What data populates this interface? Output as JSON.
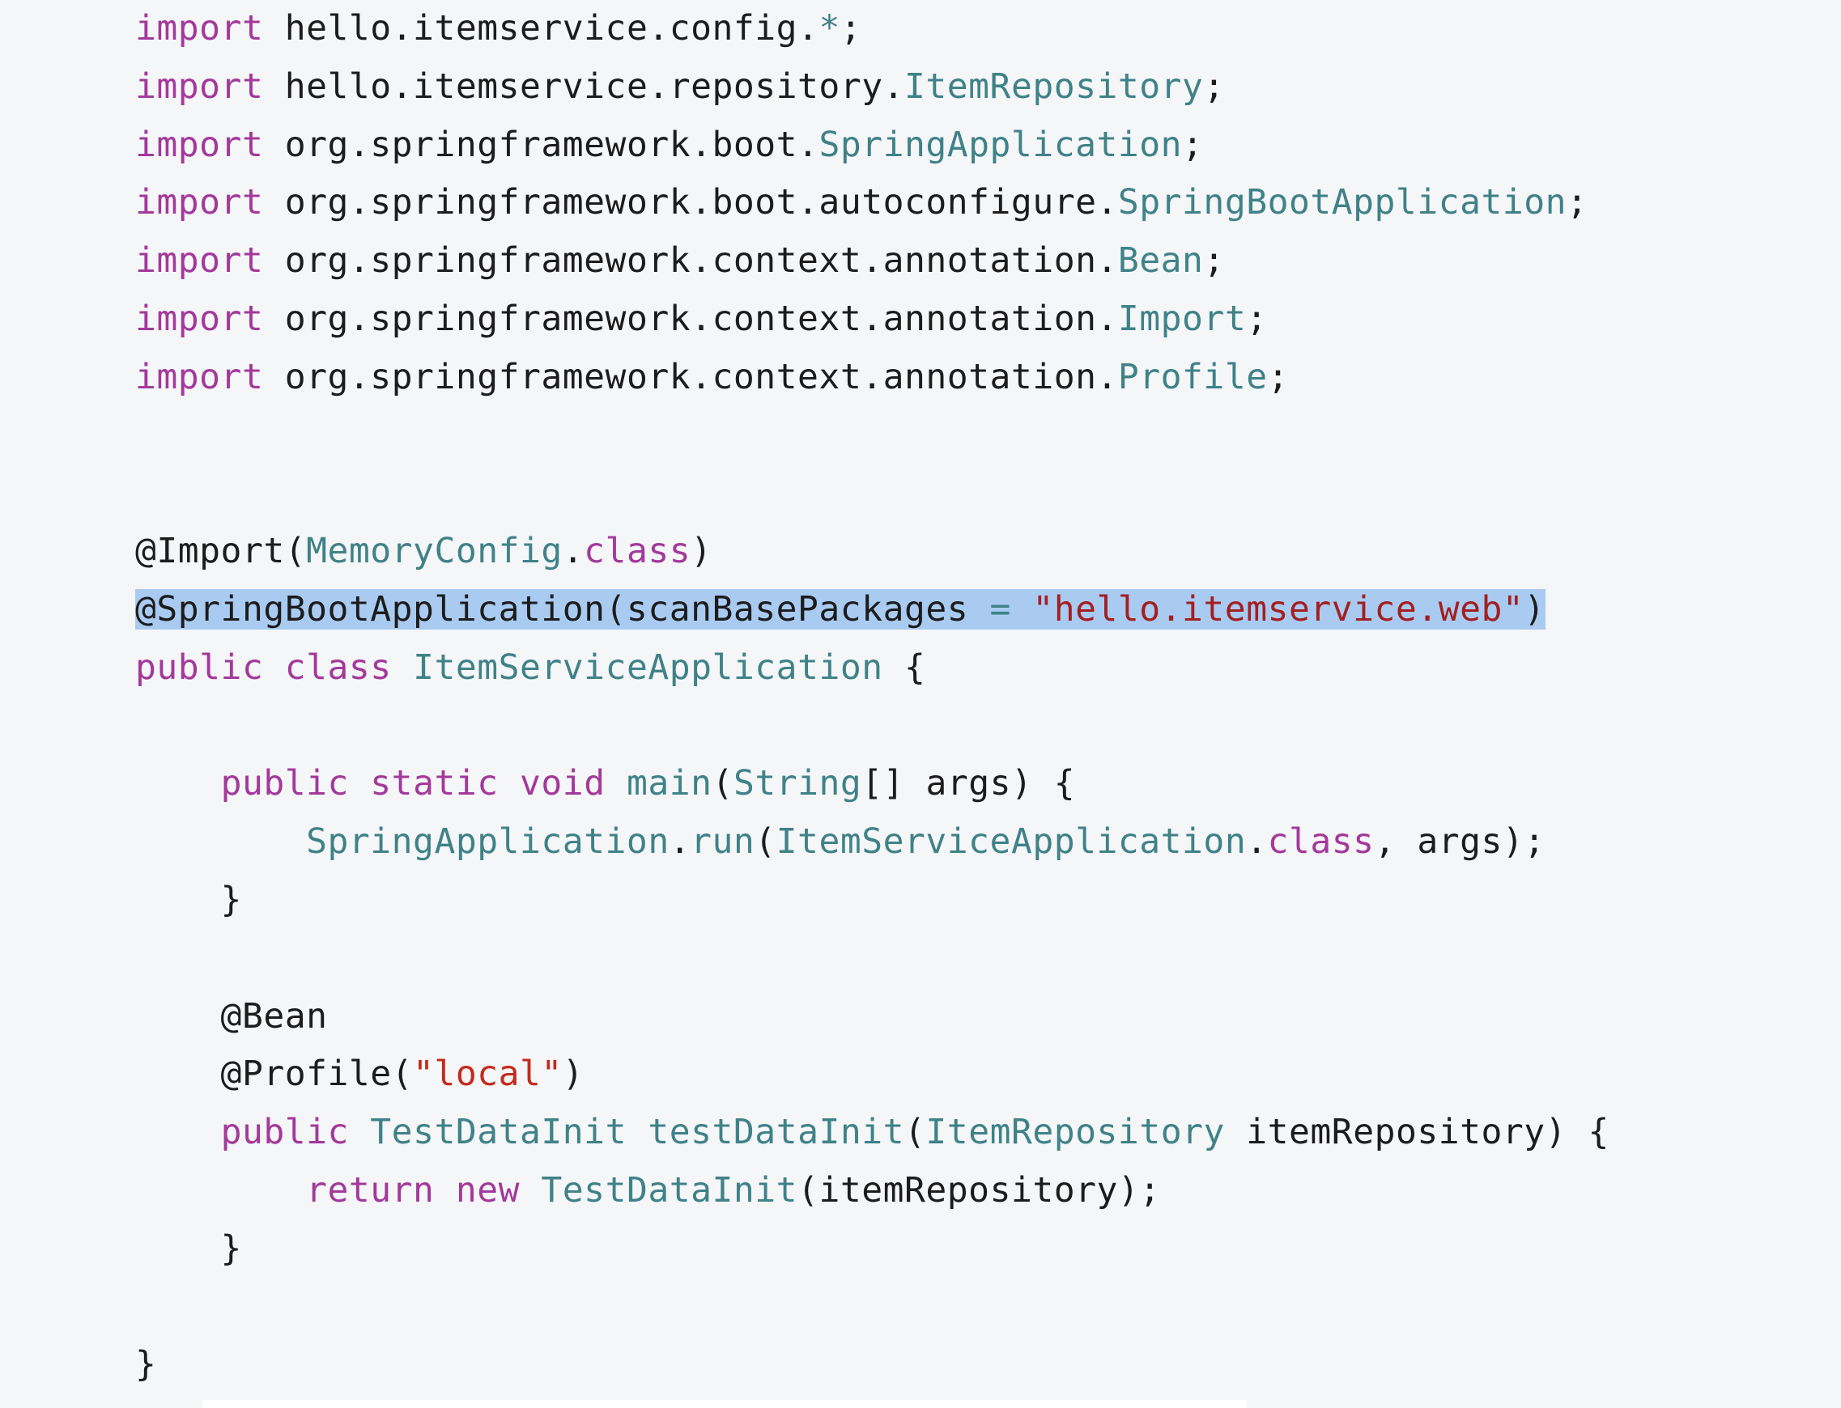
{
  "colors": {
    "background": "#f5f6f8",
    "keyword": "#a3399b",
    "type": "#3f8288",
    "plain": "#1c1c1c",
    "string": "#a31f1f",
    "selection": "#a9cbf2"
  },
  "code": {
    "selected_line": 11,
    "lines": [
      [
        {
          "t": "kw",
          "v": "import"
        },
        {
          "t": "plain",
          "v": " hello.itemservice.config."
        },
        {
          "t": "op",
          "v": "*"
        },
        {
          "t": "plain",
          "v": ";"
        }
      ],
      [
        {
          "t": "kw",
          "v": "import"
        },
        {
          "t": "plain",
          "v": " hello.itemservice.repository."
        },
        {
          "t": "type",
          "v": "ItemRepository"
        },
        {
          "t": "plain",
          "v": ";"
        }
      ],
      [
        {
          "t": "kw",
          "v": "import"
        },
        {
          "t": "plain",
          "v": " org.springframework.boot."
        },
        {
          "t": "type",
          "v": "SpringApplication"
        },
        {
          "t": "plain",
          "v": ";"
        }
      ],
      [
        {
          "t": "kw",
          "v": "import"
        },
        {
          "t": "plain",
          "v": " org.springframework.boot.autoconfigure."
        },
        {
          "t": "type",
          "v": "SpringBootApplication"
        },
        {
          "t": "plain",
          "v": ";"
        }
      ],
      [
        {
          "t": "kw",
          "v": "import"
        },
        {
          "t": "plain",
          "v": " org.springframework.context.annotation."
        },
        {
          "t": "type",
          "v": "Bean"
        },
        {
          "t": "plain",
          "v": ";"
        }
      ],
      [
        {
          "t": "kw",
          "v": "import"
        },
        {
          "t": "plain",
          "v": " org.springframework.context.annotation."
        },
        {
          "t": "type",
          "v": "Import"
        },
        {
          "t": "plain",
          "v": ";"
        }
      ],
      [
        {
          "t": "kw",
          "v": "import"
        },
        {
          "t": "plain",
          "v": " org.springframework.context.annotation."
        },
        {
          "t": "type",
          "v": "Profile"
        },
        {
          "t": "plain",
          "v": ";"
        }
      ],
      [],
      [],
      [
        {
          "t": "plain",
          "v": "@Import("
        },
        {
          "t": "type",
          "v": "MemoryConfig"
        },
        {
          "t": "plain",
          "v": "."
        },
        {
          "t": "kw",
          "v": "class"
        },
        {
          "t": "plain",
          "v": ")"
        }
      ],
      [
        {
          "t": "plain",
          "v": "@SpringBootApplication(scanBasePackages "
        },
        {
          "t": "op",
          "v": "="
        },
        {
          "t": "plain",
          "v": " "
        },
        {
          "t": "str",
          "v": "\"hello.itemservice.web\""
        },
        {
          "t": "plain",
          "v": ")"
        }
      ],
      [
        {
          "t": "kw",
          "v": "public"
        },
        {
          "t": "plain",
          "v": " "
        },
        {
          "t": "kw",
          "v": "class"
        },
        {
          "t": "plain",
          "v": " "
        },
        {
          "t": "type",
          "v": "ItemServiceApplication"
        },
        {
          "t": "plain",
          "v": " {"
        }
      ],
      [],
      [
        {
          "t": "plain",
          "v": "    "
        },
        {
          "t": "kw",
          "v": "public"
        },
        {
          "t": "plain",
          "v": " "
        },
        {
          "t": "kw",
          "v": "static"
        },
        {
          "t": "plain",
          "v": " "
        },
        {
          "t": "kw",
          "v": "void"
        },
        {
          "t": "plain",
          "v": " "
        },
        {
          "t": "type",
          "v": "main"
        },
        {
          "t": "plain",
          "v": "("
        },
        {
          "t": "type",
          "v": "String"
        },
        {
          "t": "plain",
          "v": "[] args) {"
        }
      ],
      [
        {
          "t": "plain",
          "v": "        "
        },
        {
          "t": "type",
          "v": "SpringApplication"
        },
        {
          "t": "plain",
          "v": "."
        },
        {
          "t": "type",
          "v": "run"
        },
        {
          "t": "plain",
          "v": "("
        },
        {
          "t": "type",
          "v": "ItemServiceApplication"
        },
        {
          "t": "plain",
          "v": "."
        },
        {
          "t": "kw",
          "v": "class"
        },
        {
          "t": "plain",
          "v": ", args);"
        }
      ],
      [
        {
          "t": "plain",
          "v": "    }"
        }
      ],
      [],
      [
        {
          "t": "plain",
          "v": "    @Bean"
        }
      ],
      [
        {
          "t": "plain",
          "v": "    @Profile("
        },
        {
          "t": "strlocal",
          "v": "\"local\""
        },
        {
          "t": "plain",
          "v": ")"
        }
      ],
      [
        {
          "t": "plain",
          "v": "    "
        },
        {
          "t": "kw",
          "v": "public"
        },
        {
          "t": "plain",
          "v": " "
        },
        {
          "t": "type",
          "v": "TestDataInit"
        },
        {
          "t": "plain",
          "v": " "
        },
        {
          "t": "type",
          "v": "testDataInit"
        },
        {
          "t": "plain",
          "v": "("
        },
        {
          "t": "type",
          "v": "ItemRepository"
        },
        {
          "t": "plain",
          "v": " itemRepository) {"
        }
      ],
      [
        {
          "t": "plain",
          "v": "        "
        },
        {
          "t": "kw",
          "v": "return"
        },
        {
          "t": "plain",
          "v": " "
        },
        {
          "t": "kw",
          "v": "new"
        },
        {
          "t": "plain",
          "v": " "
        },
        {
          "t": "type",
          "v": "TestDataInit"
        },
        {
          "t": "plain",
          "v": "(itemRepository);"
        }
      ],
      [
        {
          "t": "plain",
          "v": "    }"
        }
      ],
      [],
      [
        {
          "t": "plain",
          "v": "}"
        }
      ]
    ]
  }
}
